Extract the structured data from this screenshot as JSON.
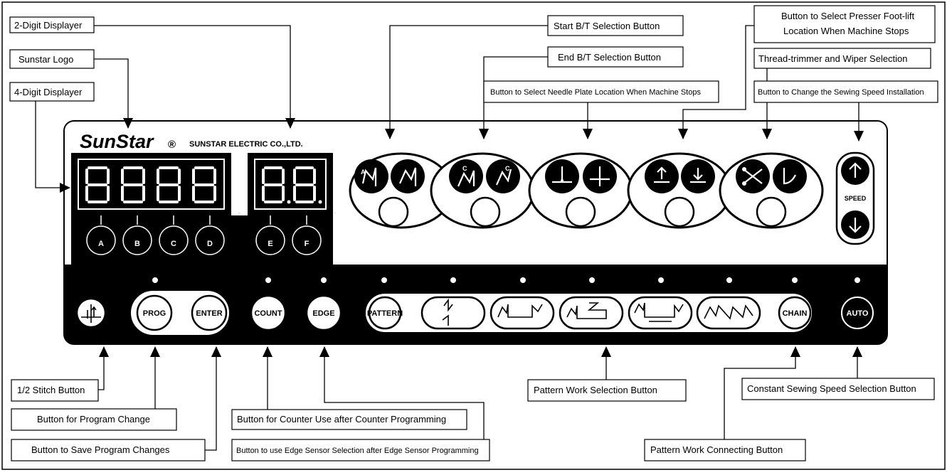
{
  "logo": {
    "brand": "SunStar",
    "registered": "®",
    "company": "SUNSTAR ELECTRIC CO.,LTD."
  },
  "display": {
    "four_digit": "8888",
    "two_digit": "8.8."
  },
  "display_keys": [
    "A",
    "B",
    "C",
    "D",
    "E",
    "F"
  ],
  "speed_label": "SPEED",
  "panel_buttons": {
    "prog": "PROG",
    "enter": "ENTER",
    "count": "COUNT",
    "edge": "EDGE",
    "pattern": "PATTERN",
    "chain": "CHAIN",
    "auto": "AUTO"
  },
  "callouts": {
    "two_digit_displayer": "2-Digit Displayer",
    "sunstar_logo": "Sunstar Logo",
    "four_digit_displayer": "4-Digit Displayer",
    "start_bt": "Start B/T Selection Button",
    "end_bt": "End B/T Selection Button",
    "needle_plate": "Button to Select Needle Plate Location When Machine Stops",
    "presser_foot_line1": "Button to Select Presser Foot-lift",
    "presser_foot_line2": "Location When Machine Stops",
    "thread_trimmer": "Thread-trimmer and Wiper Selection",
    "sewing_speed": "Button to Change the Sewing Speed Installation",
    "half_stitch": "1/2 Stitch Button",
    "program_change": "Button for Program Change",
    "save_program": "Button to Save Program Changes",
    "counter_use": "Button for Counter Use after Counter Programming",
    "edge_sensor": "Button to use Edge Sensor Selection after Edge Sensor Programming",
    "pattern_work": "Pattern Work Selection Button",
    "pattern_connect": "Pattern Work Connecting Button",
    "constant_speed": "Constant Sewing Speed Selection Button"
  },
  "colors": {
    "panel_dark": "#000000",
    "panel_light": "#ffffff",
    "led": "#ffffff"
  }
}
